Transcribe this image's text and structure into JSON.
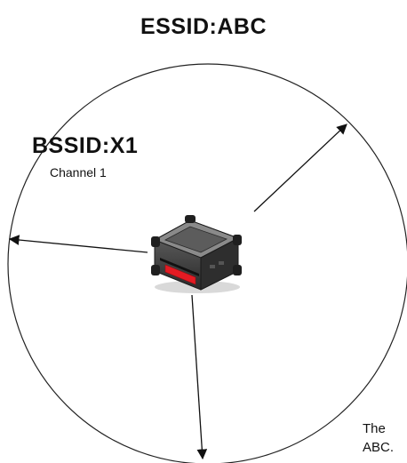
{
  "essid_label": "ESSID:ABC",
  "bssid_label": "BSSID:X1",
  "channel_label": "Channel 1",
  "caption": {
    "line1": "The",
    "line2": "ABC."
  },
  "device": {
    "icon": "mobile-printer-icon",
    "body_color": "#3a3a3a",
    "indicator_color": "#e31b23"
  }
}
